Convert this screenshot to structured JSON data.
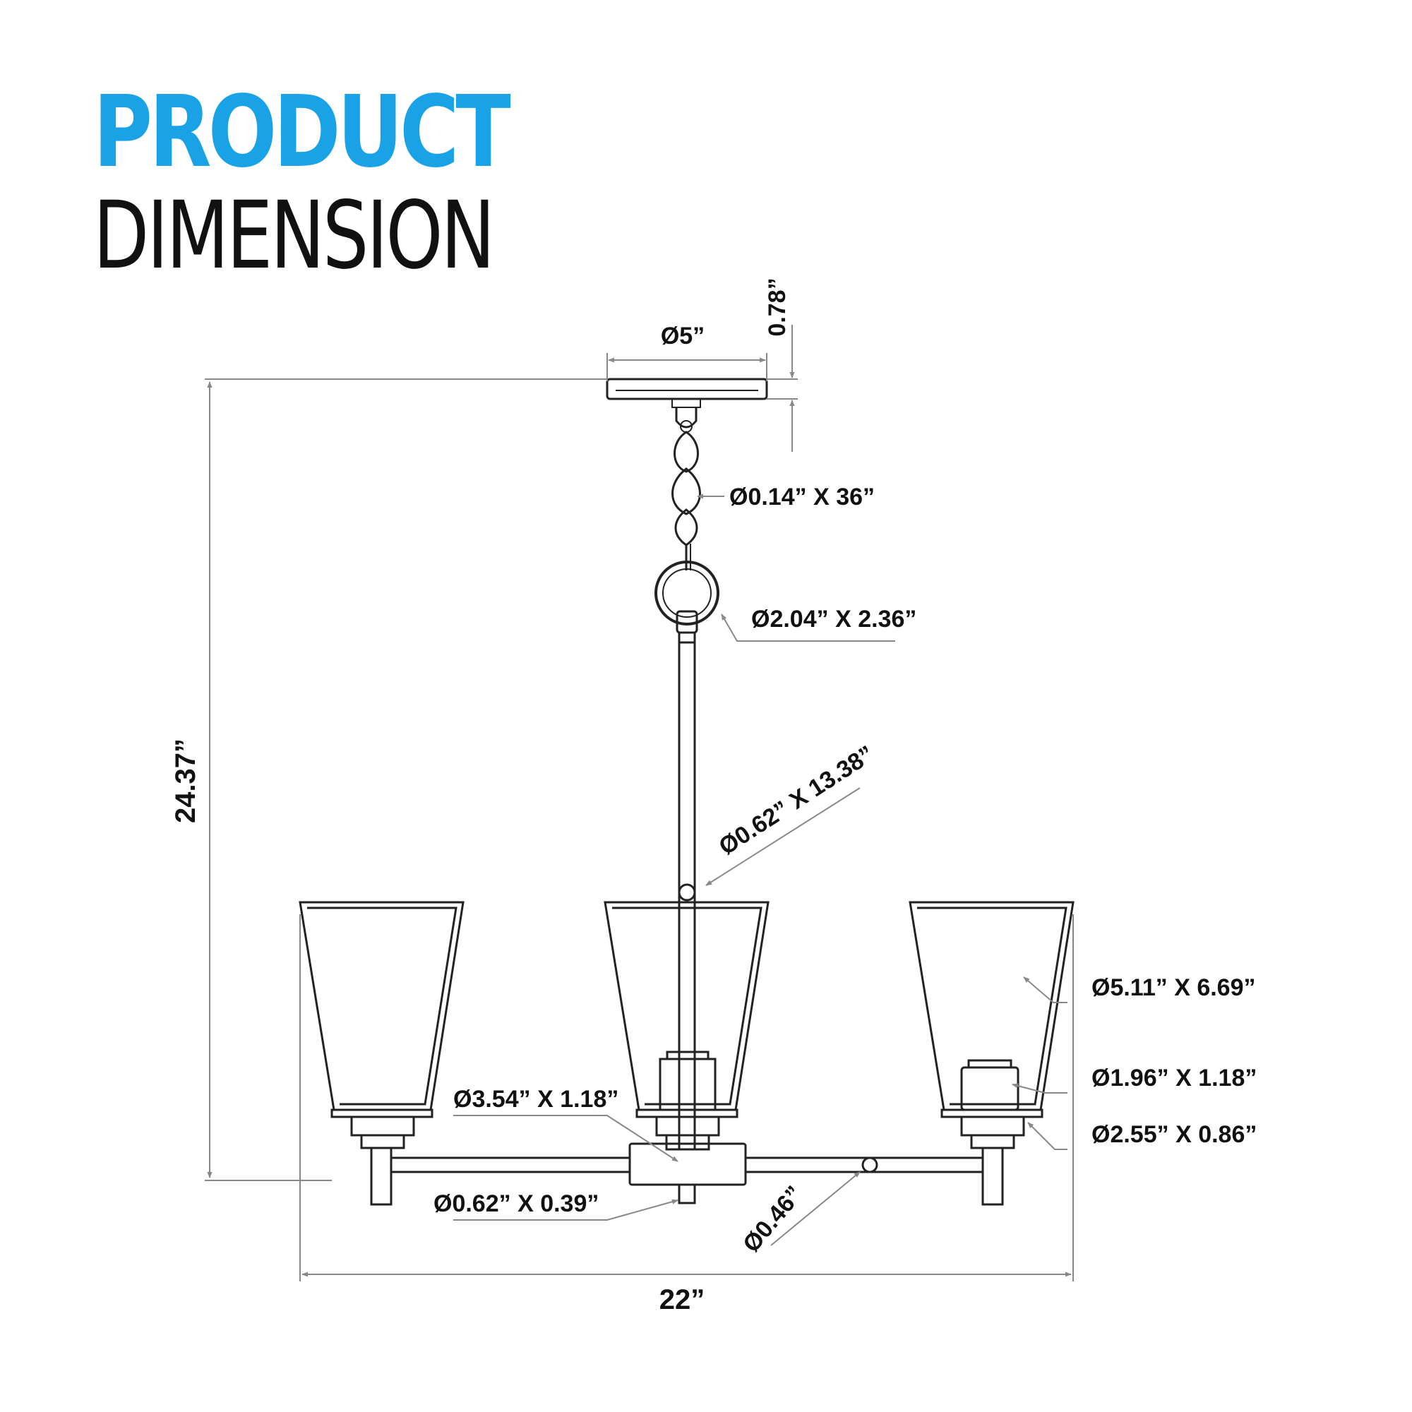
{
  "title": {
    "line1": "PRODUCT",
    "line2": "DIMENSION",
    "accent_color": "#1aa2e6",
    "text_color": "#111111"
  },
  "dimensions": {
    "canopy_diameter": "Ø5”",
    "canopy_height": "0.78”",
    "chain": "Ø0.14” X 36”",
    "ring": "Ø2.04” X 2.36”",
    "downrod": "Ø0.62” X 13.38”",
    "shade": "Ø5.11” X 6.69”",
    "socket": "Ø1.96” X 1.18”",
    "socket_cup": "Ø2.55” X 0.86”",
    "hub": "Ø3.54” X 1.18”",
    "finial": "Ø0.62” X 0.39”",
    "arm": "Ø0.46”",
    "overall_height": "24.37”",
    "overall_width": "22”"
  }
}
